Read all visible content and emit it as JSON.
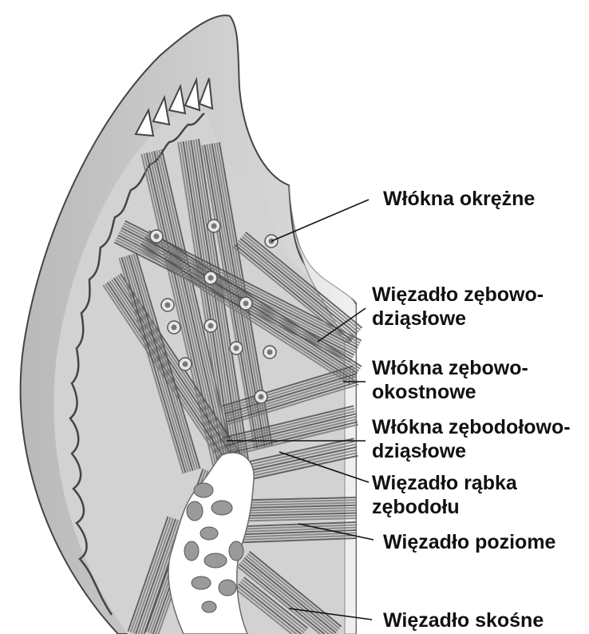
{
  "labels": {
    "circular": {
      "line1": "Włókna okrężne"
    },
    "dentogingival": {
      "line1": "Więzadło zębowo-",
      "line2": "dziąsłowe"
    },
    "dentoperiosteal": {
      "line1": "Włókna zębowo-",
      "line2": "okostnowe"
    },
    "alveologingival": {
      "line1": "Włókna zębodołowo-",
      "line2": "dziąsłowe"
    },
    "alveolar_crest": {
      "line1": "Więzadło rąbka",
      "line2": "zębodołu"
    },
    "horizontal": {
      "line1": "Więzadło poziome"
    },
    "oblique": {
      "line1": "Więzadło skośne"
    }
  },
  "colors": {
    "gingiva": "#c8c8c8",
    "gingiva_edge": "#555555",
    "tooth": "#e7e7e7",
    "fiber": "#7a7a7a",
    "fiber_dark": "#4f4f4f",
    "bone": "#ffffff",
    "leader": "#111111"
  }
}
